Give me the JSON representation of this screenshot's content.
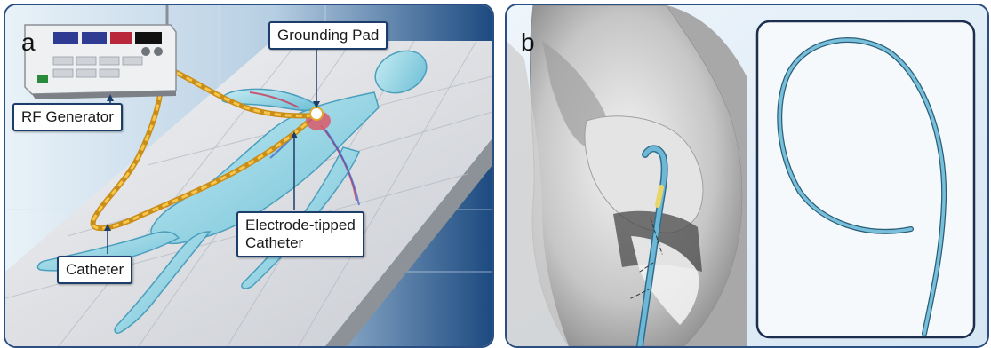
{
  "panel_a": {
    "letter": "a",
    "labels": {
      "grounding_pad": "Grounding Pad",
      "rf_generator": "RF Generator",
      "electrode_line1": "Electrode-tipped",
      "electrode_line2": "Catheter",
      "catheter": "Catheter"
    }
  },
  "panel_b": {
    "letter": "b"
  },
  "colors": {
    "frame": "#2b4f82",
    "background_a": "#1f4f86",
    "body_fill": "#9fd8e6",
    "catheter_path": "#f2b233",
    "catheter_tube": "#5aaad0",
    "heart": "#d95a6a"
  }
}
